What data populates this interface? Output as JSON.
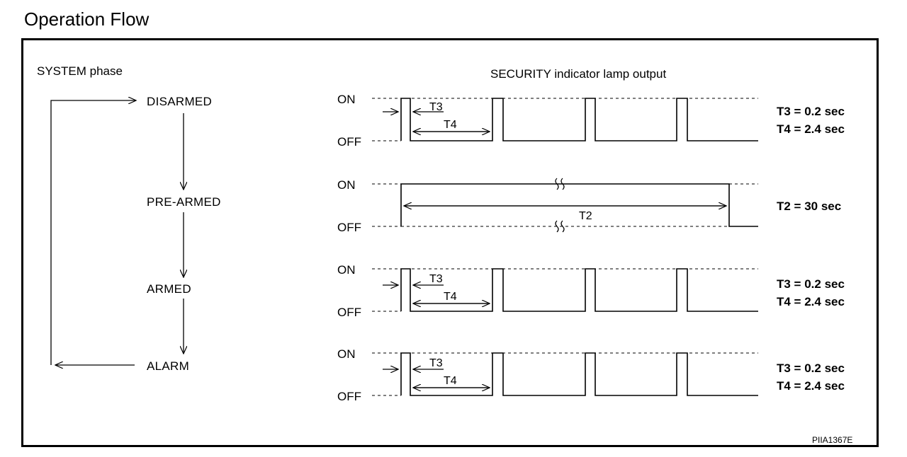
{
  "title": "Operation Flow",
  "left_heading": "SYSTEM phase",
  "right_heading": "SECURITY indicator lamp output",
  "phases": [
    {
      "label": "DISARMED"
    },
    {
      "label": "PRE-ARMED"
    },
    {
      "label": "ARMED"
    },
    {
      "label": "ALARM"
    }
  ],
  "signal_states": {
    "on": "ON",
    "off": "OFF"
  },
  "timing_rows": [
    {
      "phase": "DISARMED",
      "pattern": "blink",
      "marks": [
        "T3",
        "T4"
      ],
      "notes": [
        "T3 = 0.2 sec",
        "T4 = 2.4 sec"
      ]
    },
    {
      "phase": "PRE-ARMED",
      "pattern": "steady-on",
      "marks": [
        "T2"
      ],
      "notes": [
        "T2 = 30 sec"
      ]
    },
    {
      "phase": "ARMED",
      "pattern": "blink",
      "marks": [
        "T3",
        "T4"
      ],
      "notes": [
        "T3 = 0.2 sec",
        "T4 = 2.4 sec"
      ]
    },
    {
      "phase": "ALARM",
      "pattern": "blink",
      "marks": [
        "T3",
        "T4"
      ],
      "notes": [
        "T3 = 0.2 sec",
        "T4 = 2.4 sec"
      ]
    }
  ],
  "reference_code": "PIIA1367E"
}
